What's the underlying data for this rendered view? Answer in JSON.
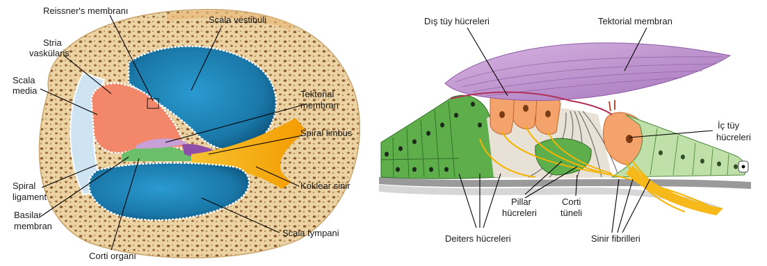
{
  "left_panel": {
    "labels": {
      "reissner": "Reissner's membranı",
      "scala_vestibuli": "Scala vestibuli",
      "stria_1": "Stria",
      "stria_2": "vaskülaris",
      "scala_media_1": "Scala",
      "scala_media_2": "media",
      "tektorial_1": "Tektorial",
      "tektorial_2": "membran",
      "spiral_limbus": "Spiral limbus",
      "koklear_sinir": "Koklear sinir",
      "spiral_ligament_1": "Spiral",
      "spiral_ligament_2": "ligament",
      "basilar_1": "Basilar",
      "basilar_2": "membran",
      "scala_tympani": "Scala tympani",
      "corti_organi": "Corti organı"
    }
  },
  "right_panel": {
    "labels": {
      "dis_tuy": "Dış tüy hücreleri",
      "tektorial": "Tektorial membran",
      "ic_tuy_1": "İç tüy",
      "ic_tuy_2": "hücreleri",
      "pillar_1": "Pillar",
      "pillar_2": "hücreleri",
      "corti_1": "Corti",
      "corti_2": "tüneli",
      "deiters": "Deiters hücreleri",
      "sinir": "Sinir fibrilleri"
    }
  },
  "colors": {
    "bone": "#e8cfa0",
    "bone_pore": "#8a5a2e",
    "fluid_blue": "#1f86b8",
    "fluid_blue_dark": "#0e5f8a",
    "scala_media": "#f08a6a",
    "nerve": "#f4b400",
    "tectorial_purple": "#b98ac8",
    "cell_green": "#6dbb55",
    "cell_green_light": "#bfe0a8",
    "hair_cell_orange": "#f3a36b",
    "basilar_grey": "#9a9a9a"
  }
}
